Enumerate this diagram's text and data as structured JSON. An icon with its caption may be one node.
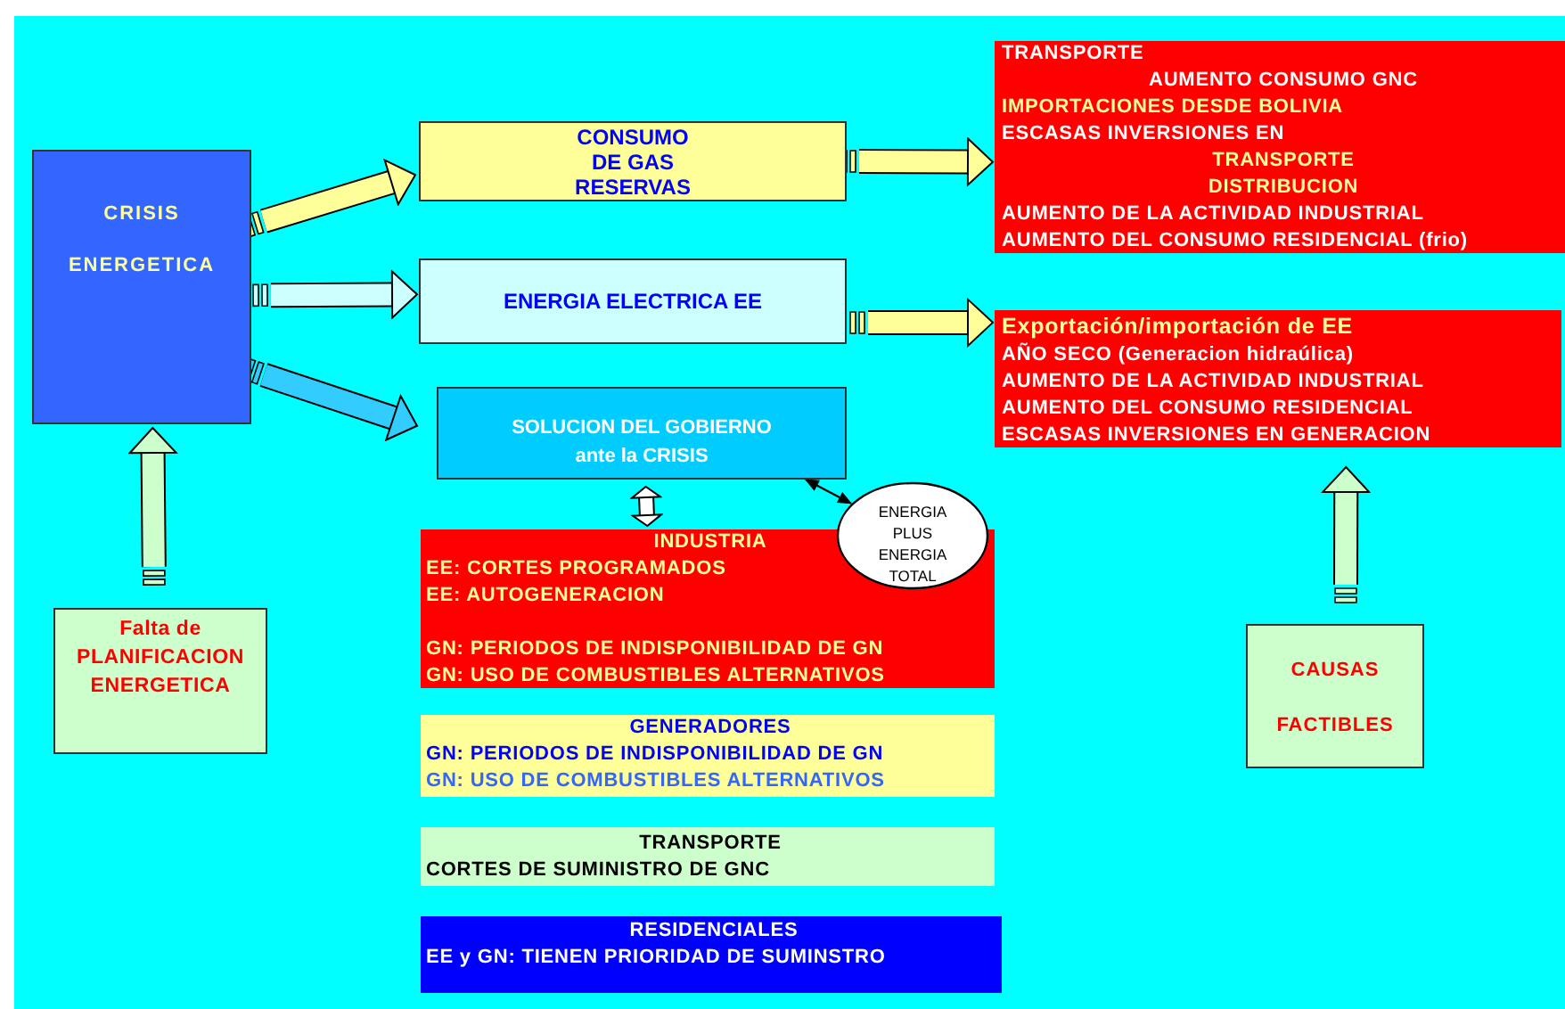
{
  "diagram": {
    "nodes": [
      {
        "text": [
          "CRISIS",
          "ENERGETICA"
        ]
      },
      {
        "text": [
          "CONSUMO DE GAS RESERVAS"
        ]
      },
      {
        "text": [
          "ENERGIA ELECTRICA EE"
        ]
      },
      {
        "text": [
          "SOLUCION DEL GOBIERNO ante la CRISIS"
        ]
      },
      {
        "text": [
          "TRANSPORTE",
          "AUMENTO CONSUMO GNC",
          "IMPORTACIONES DESDE BOLIVIA",
          "ESCASAS INVERSIONES EN",
          "TRANSPORTE",
          "DISTRIBUCION",
          "AUMENTO DE LA ACTIVIDAD INDUSTRIAL",
          "AUMENTO DEL CONSUMO RESIDENCIAL (frio)"
        ]
      },
      {
        "text": [
          "Exportación/importación de EE",
          "AÑO SECO (Generacion hidraúlica)",
          "AUMENTO DE LA ACTIVIDAD INDUSTRIAL",
          "AUMENTO DEL CONSUMO RESIDENCIAL",
          "ESCASAS INVERSIONES EN GENERACION"
        ]
      },
      {
        "text": [
          "INDUSTRIA",
          "EE: CORTES PROGRAMADOS",
          "EE: AUTOGENERACION",
          "GN: PERIODOS DE INDISPONIBILIDAD DE GN",
          "GN: USO DE COMBUSTIBLES ALTERNATIVOS"
        ]
      },
      {
        "text": [
          "ENERGIA PLUS ENERGIA TOTAL"
        ]
      },
      {
        "text": [
          "GENERADORES",
          "GN: PERIODOS DE INDISPONIBILIDAD DE GN",
          "GN: USO DE COMBUSTIBLES ALTERNATIVOS"
        ]
      },
      {
        "text": [
          "TRANSPORTE",
          "CORTES DE SUMINISTRO DE GNC"
        ]
      },
      {
        "text": [
          "RESIDENCIALES",
          "EE y GN: TIENEN PRIORIDAD DE SUMINSTRO"
        ]
      },
      {
        "text": [
          "Falta de PLANIFICACION ENERGETICA"
        ]
      },
      {
        "text": [
          "CAUSAS",
          "FACTIBLES"
        ]
      }
    ],
    "edges": [
      {
        "from": 0,
        "to": 1,
        "arrow": "to"
      },
      {
        "from": 0,
        "to": 2,
        "arrow": "to",
        "color": "#ccffff"
      },
      {
        "from": 0,
        "to": 3,
        "arrow": "to",
        "color": "#33ccff"
      },
      {
        "from": 1,
        "to": 4,
        "arrow": "to"
      },
      {
        "from": 2,
        "to": 5,
        "arrow": "to"
      },
      {
        "from": 3,
        "to": 6,
        "arrow": "both",
        "color": "#ffffff"
      },
      {
        "from": 3,
        "to": 7,
        "arrow": "both",
        "color": "#000000"
      },
      {
        "from": 11,
        "to": 0,
        "arrow": "to",
        "color": "#ccffcc"
      },
      {
        "from": 12,
        "to": 5,
        "arrow": "to",
        "color": "#ccffcc"
      }
    ]
  }
}
